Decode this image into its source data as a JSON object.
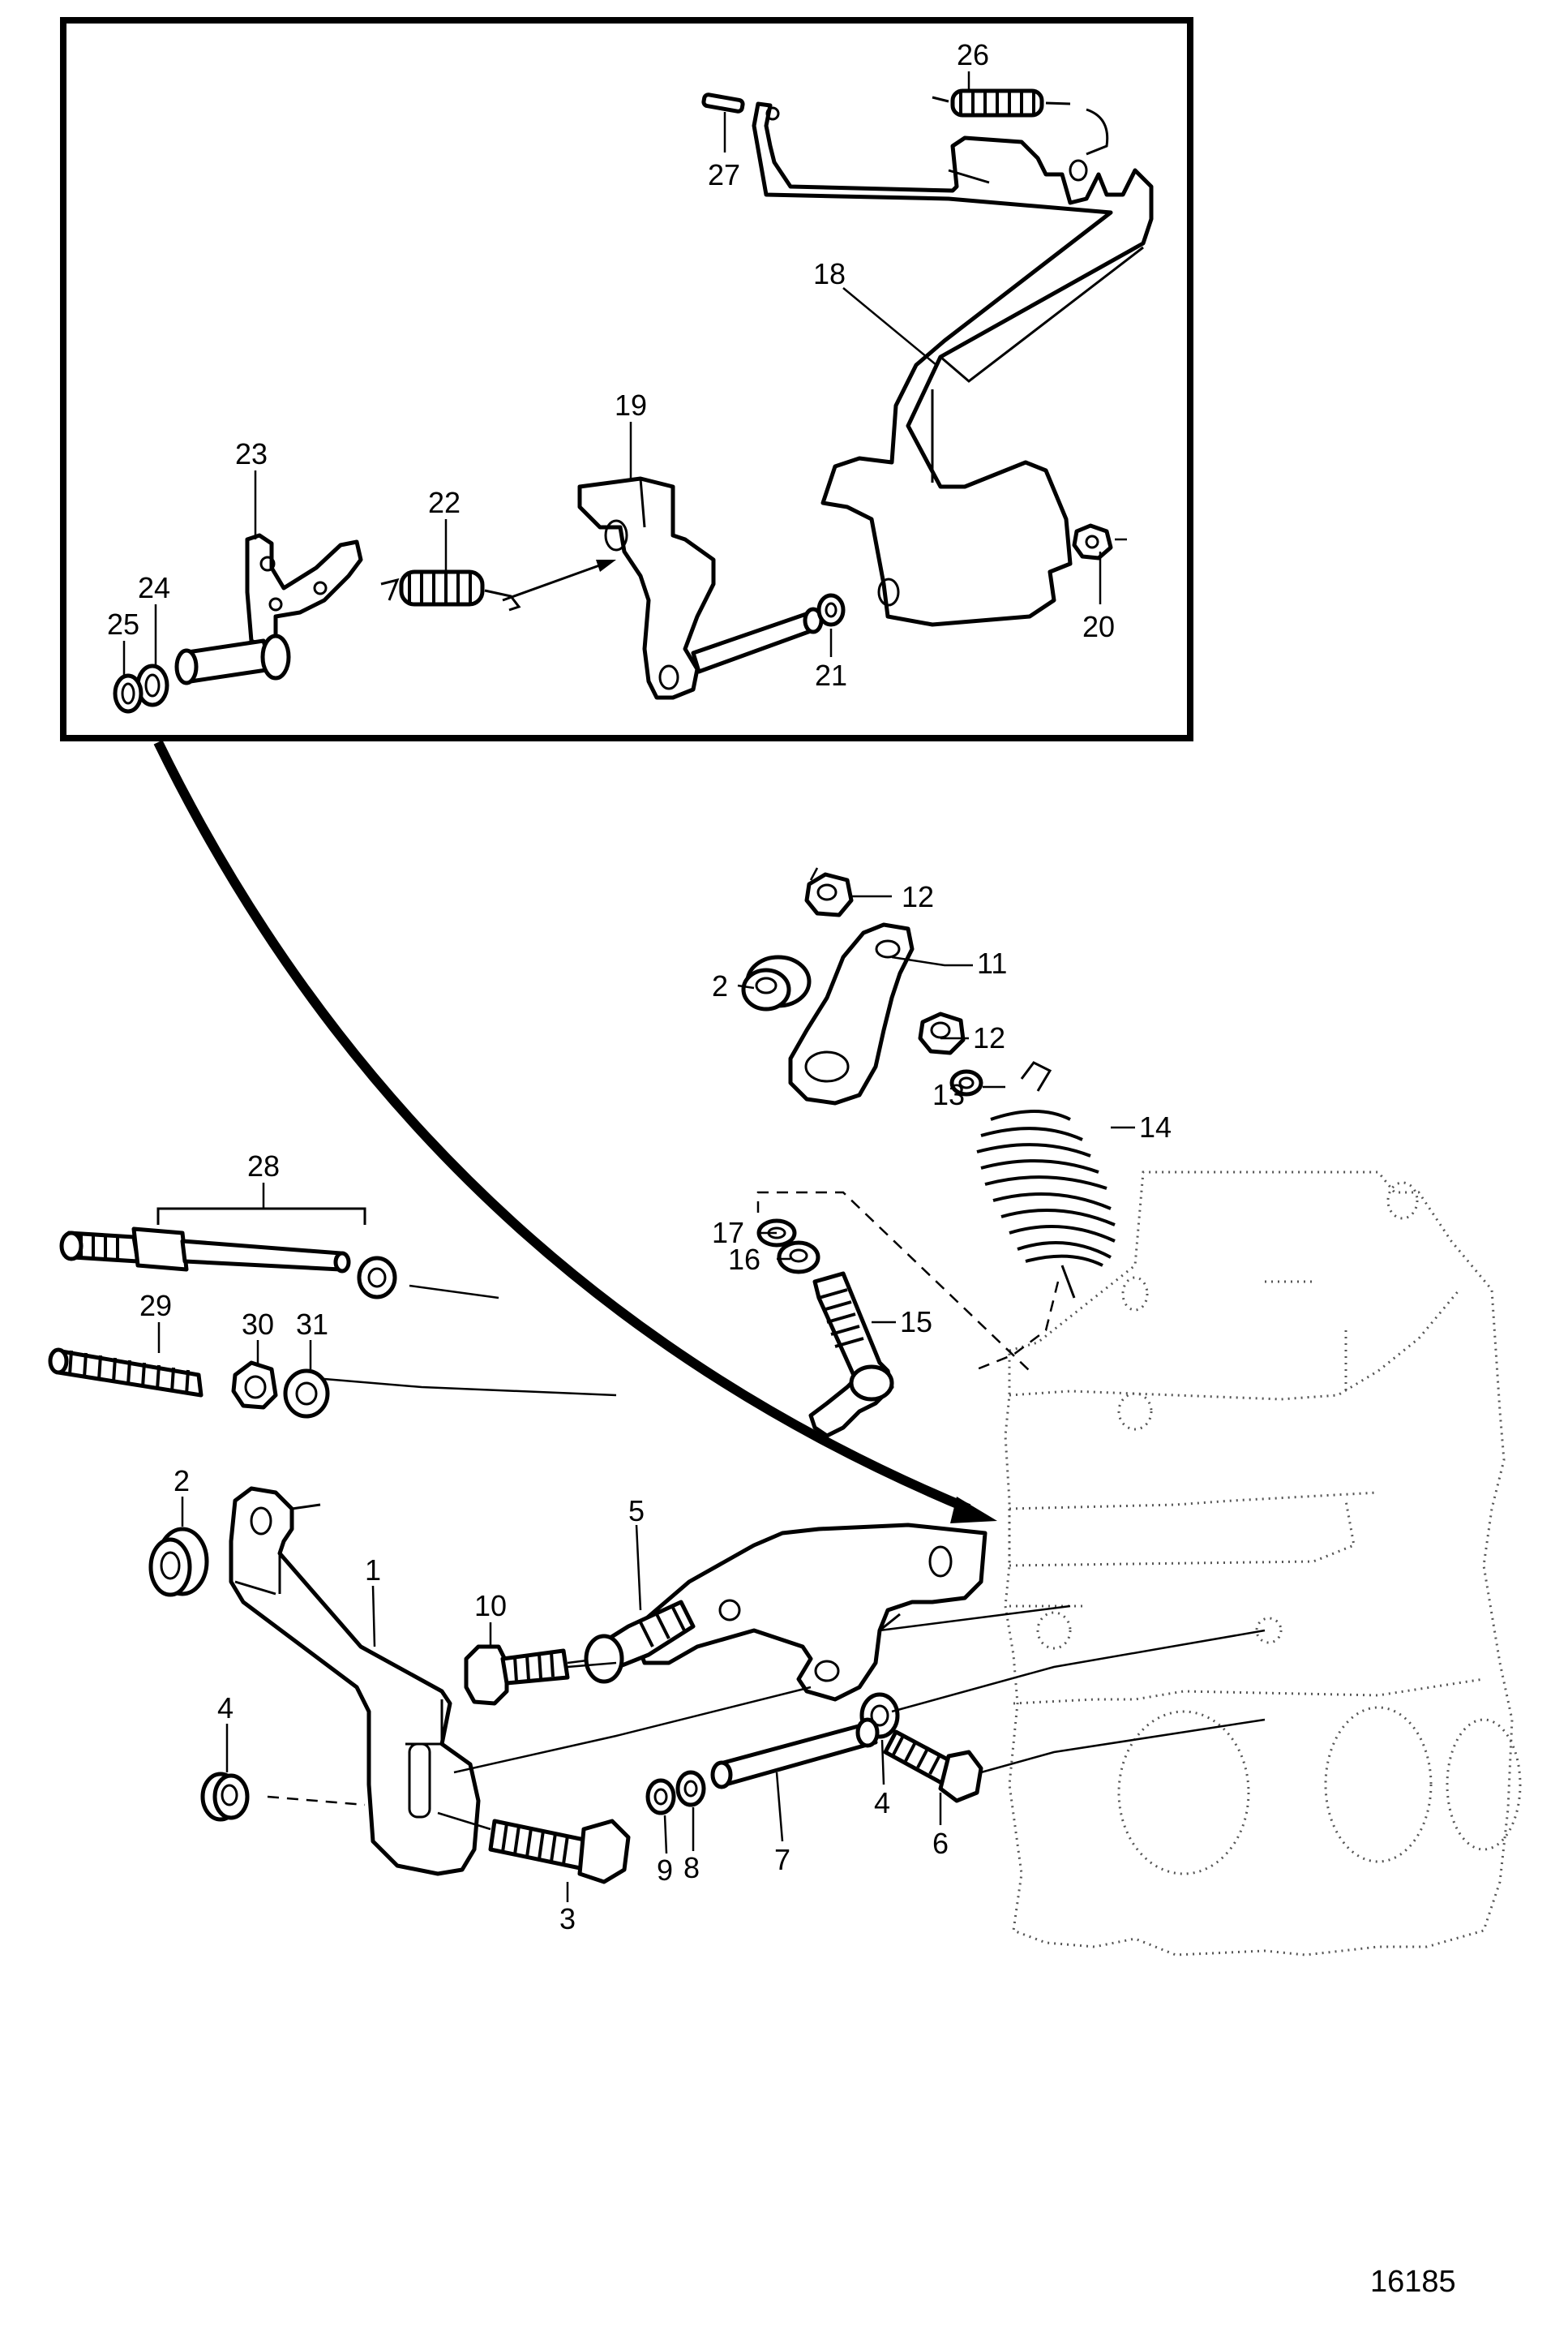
{
  "figure_number": "16185",
  "callouts": {
    "c1": "1",
    "c2a": "2",
    "c2b": "2",
    "c3": "3",
    "c4a": "4",
    "c4b": "4",
    "c5": "5",
    "c6": "6",
    "c7": "7",
    "c8": "8",
    "c9": "9",
    "c10": "10",
    "c11": "11",
    "c12a": "12",
    "c12b": "12",
    "c13": "13",
    "c14": "14",
    "c15": "15",
    "c16": "16",
    "c17": "17",
    "c18": "18",
    "c19": "19",
    "c20": "20",
    "c21": "21",
    "c22": "22",
    "c23": "23",
    "c24": "24",
    "c25": "25",
    "c26": "26",
    "c27": "27",
    "c28": "28",
    "c29": "29",
    "c30": "30",
    "c31": "31"
  }
}
